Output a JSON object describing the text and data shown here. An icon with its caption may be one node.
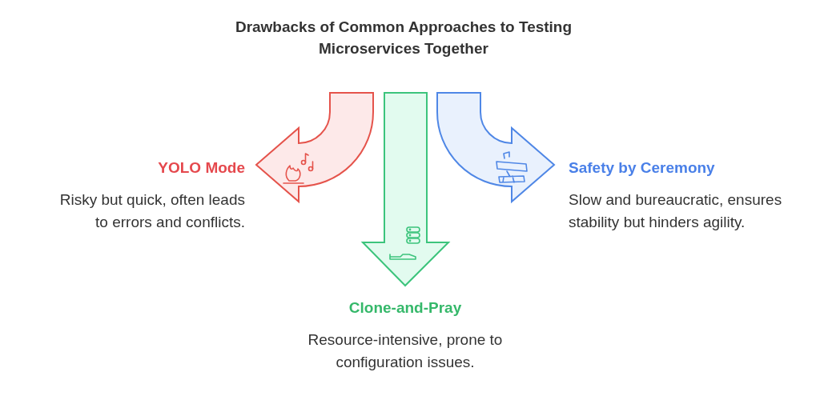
{
  "diagram": {
    "title": "Drawbacks of Common Approaches to Testing Microservices Together",
    "nodes": [
      {
        "text": [
          "YOLO Mode",
          "Risky but quick, often leads to errors and conflicts."
        ]
      },
      {
        "text": [
          "Clone-and-Pray",
          "Resource-intensive, prone to configuration issues."
        ]
      },
      {
        "text": [
          "Safety by Ceremony",
          "Slow and bureaucratic, ensures stability but hinders agility."
        ]
      }
    ]
  }
}
